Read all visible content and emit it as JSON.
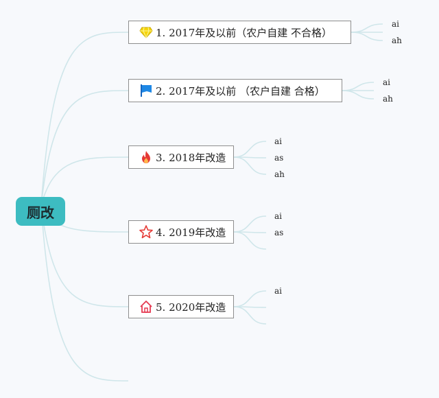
{
  "root": {
    "label": "厕改"
  },
  "topics": [
    {
      "label": "1. 2017年及以前（农户自建 不合格）",
      "icon": "gem-icon",
      "icon_color": "#f5d50b",
      "leaves": [
        "ai",
        "ah"
      ]
    },
    {
      "label": "2. 2017年及以前 （农户自建 合格）",
      "icon": "flag-icon",
      "icon_color": "#1e88e5",
      "leaves": [
        "ai",
        "ah"
      ]
    },
    {
      "label": "3. 2018年改造",
      "icon": "fire-icon",
      "icon_color": "#e53935",
      "leaves": [
        "ai",
        "as",
        "ah"
      ]
    },
    {
      "label": "4. 2019年改造",
      "icon": "star-icon",
      "icon_color": "#e53935",
      "leaves": [
        "ai",
        "as",
        ""
      ]
    },
    {
      "label": "5. 2020年改造",
      "icon": "home-icon",
      "icon_color": "#e53950",
      "leaves": [
        "ai",
        "",
        ""
      ]
    }
  ],
  "colors": {
    "edge": "#cfe6ea",
    "root_bg": "#3dbcc1"
  }
}
